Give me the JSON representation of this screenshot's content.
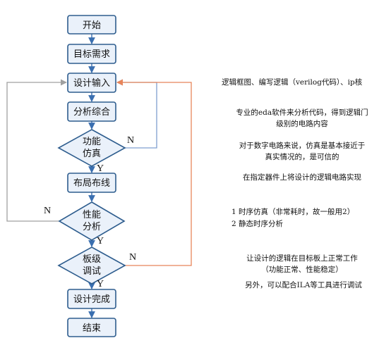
{
  "flow": {
    "start": "开始",
    "requirements": "目标需求",
    "design_input": "设计输入",
    "synthesis": "分析综合",
    "func_sim": [
      "功能",
      "仿真"
    ],
    "place_route": "布局布线",
    "perf_analysis": [
      "性能",
      "分析"
    ],
    "board_debug": [
      "板级",
      "调试"
    ],
    "design_done": "设计完成",
    "end": "结束"
  },
  "labels": {
    "yes": "Y",
    "no": "N"
  },
  "notes": {
    "design_input": "逻辑框图、编写逻辑（verilog代码）、ip核",
    "synthesis": [
      "专业的eda软件来分析代码，得到逻辑门",
      "级别的电路内容"
    ],
    "func_sim": [
      "对于数字电路来说，仿真是基本接近于",
      "真实情况的，是可信的"
    ],
    "place_route": "在指定器件上将设计的逻辑电路实现",
    "perf_analysis": [
      "1 时序仿真（非常耗时，故一般用2）",
      "2 静态时序分析"
    ],
    "board_debug": [
      "让设计的逻辑在目标板上正常工作",
      "（功能正常、性能稳定）"
    ],
    "board_debug_extra": "另外，可以配合ILA等工具进行调试"
  },
  "colors": {
    "box_fill": "#eaf1fa",
    "box_stroke": "#2e5d8e",
    "arrow_main": "#3a6fb0",
    "loop_perf": "#a0a0a0",
    "loop_func": "#7f9fd0",
    "loop_board": "#e8855a"
  }
}
